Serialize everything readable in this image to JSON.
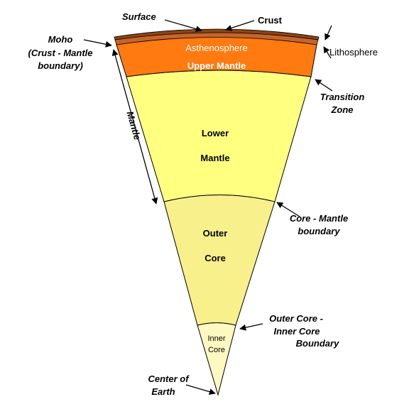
{
  "layers": {
    "asthenosphere": "Asthenosphere",
    "upper_mantle": "Upper Mantle",
    "lower_mantle_line1": "Lower",
    "lower_mantle_line2": "Mantle",
    "outer_core_line1": "Outer",
    "outer_core_line2": "Core",
    "inner_core_line1": "Inner",
    "inner_core_line2": "Core"
  },
  "callouts": {
    "surface": "Surface",
    "crust": "Crust",
    "lithosphere": "Lithosphere",
    "moho_line1": "Moho",
    "moho_line2": "(Crust - Mantle",
    "moho_line3": "boundary)",
    "transition_line1": "Transition",
    "transition_line2": "Zone",
    "mantle_span": "Mantle",
    "core_mantle_line1": "Core - Mantle",
    "core_mantle_line2": "boundary",
    "inner_outer_line1": "Outer Core -",
    "inner_outer_line2": "Inner Core",
    "inner_outer_line3": "Boundary",
    "center_line1": "Center of",
    "center_line2": "Earth"
  },
  "colors": {
    "crust": "#8b4513",
    "lithosphere_band": "#c8642a",
    "asthenosphere": "#ff6a1a",
    "upper_mantle": "#ff7a10",
    "lower_mantle": "#ffff80",
    "outer_core": "#f8f08a",
    "inner_core": "#fff8c0"
  }
}
